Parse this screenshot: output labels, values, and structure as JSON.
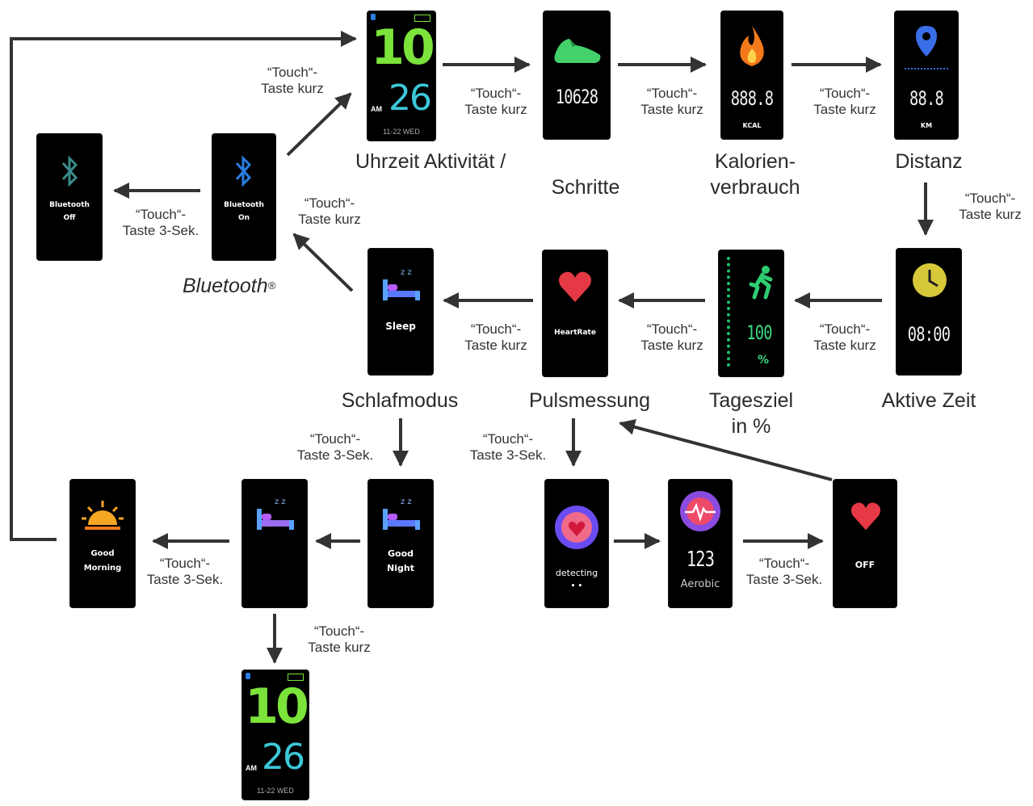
{
  "screens": {
    "clock_top": {
      "hour": "10",
      "ampm": "AM",
      "minute": "26",
      "footer": "11-22 WED"
    },
    "steps": {
      "value": "10628"
    },
    "calories": {
      "value": "888.8",
      "unit": "KCAL"
    },
    "distance": {
      "value": "88.8",
      "unit": "KM"
    },
    "active_time": {
      "value": "08:00"
    },
    "daily_goal": {
      "value": "100",
      "unit": "%"
    },
    "heartrate": {
      "label": "HeartRate"
    },
    "sleep": {
      "label": "Sleep"
    },
    "bluetooth_on": {
      "label_line1": "Bluetooth",
      "label_line2": "On"
    },
    "bluetooth_off": {
      "label_line1": "Bluetooth",
      "label_line2": "Off"
    },
    "good_night": {
      "label_line1": "Good",
      "label_line2": "Night"
    },
    "good_morning": {
      "label_line1": "Good",
      "label_line2": "Morning"
    },
    "detecting": {
      "label": "detecting",
      "dots": "• •"
    },
    "aerobic": {
      "value": "123",
      "label": "Aerobic"
    },
    "hr_off": {
      "label": "OFF"
    },
    "clock_bottom": {
      "hour": "10",
      "ampm": "AM",
      "minute": "26",
      "footer": "11-22 WED"
    }
  },
  "captions": {
    "uhrzeit": "Uhrzeit Aktivität /",
    "schritte": "Schritte",
    "kalorien": "Kalorien-\nverbrauch",
    "distanz": "Distanz",
    "aktive_zeit": "Aktive Zeit",
    "tagesziel": "Tagesziel\nin %",
    "pulsmessung": "Pulsmessung",
    "schlafmodus": "Schlafmodus",
    "bluetooth": "Bluetooth",
    "bluetooth_mark": "®"
  },
  "labels": {
    "kurz": "“Touch“-\nTaste kurz",
    "sek3": "“Touch“-\nTaste 3-Sek."
  },
  "colors": {
    "arrow": "#333333",
    "green_digits": "#7be33a",
    "cyan_digits": "#3cc8d8",
    "heart": "#e53945",
    "bluetooth_blue": "#2a7de1"
  }
}
